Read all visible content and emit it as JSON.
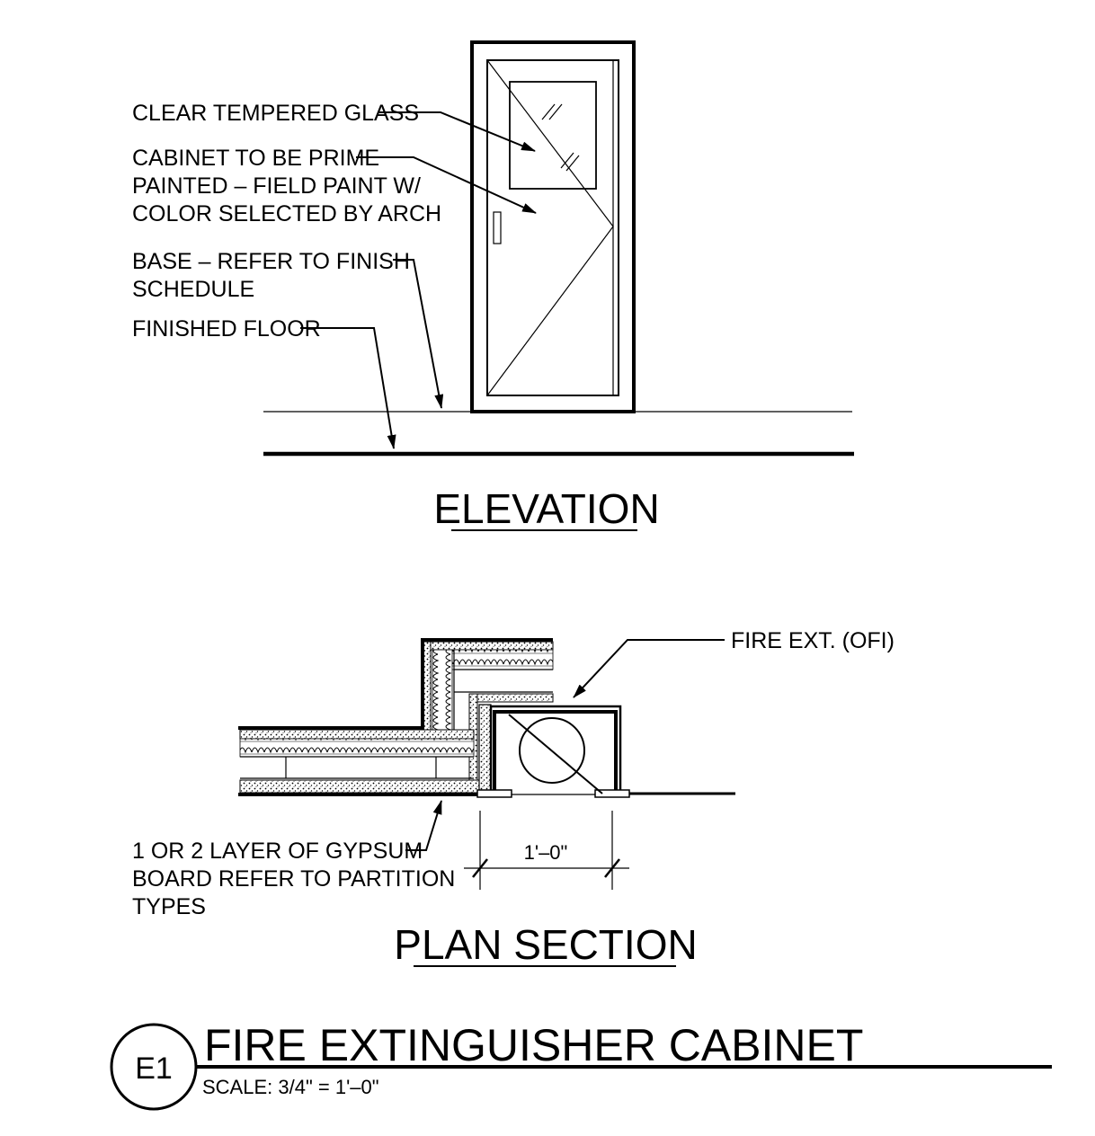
{
  "elevation": {
    "heading": "ELEVATION",
    "notes": {
      "glass": "CLEAR TEMPERED GLASS",
      "cabinet_line1": "CABINET TO BE PRIME",
      "cabinet_line2": "PAINTED – FIELD PAINT W/",
      "cabinet_line3": "COLOR SELECTED BY ARCH",
      "base_line1": "BASE – REFER TO FINISH",
      "base_line2": "SCHEDULE",
      "floor": "FINISHED FLOOR"
    }
  },
  "plan_section": {
    "heading": "PLAN SECTION",
    "fire_ext_note": "FIRE EXT. (OFI)",
    "gypsum_line1": "1 OR 2 LAYER OF GYPSUM",
    "gypsum_line2": "BOARD REFER TO PARTITION",
    "gypsum_line3": "TYPES",
    "dimension": "1'–0\""
  },
  "title_block": {
    "detail_id": "E1",
    "title": "FIRE EXTINGUISHER CABINET",
    "scale": "SCALE: 3/4\" = 1'–0\""
  }
}
